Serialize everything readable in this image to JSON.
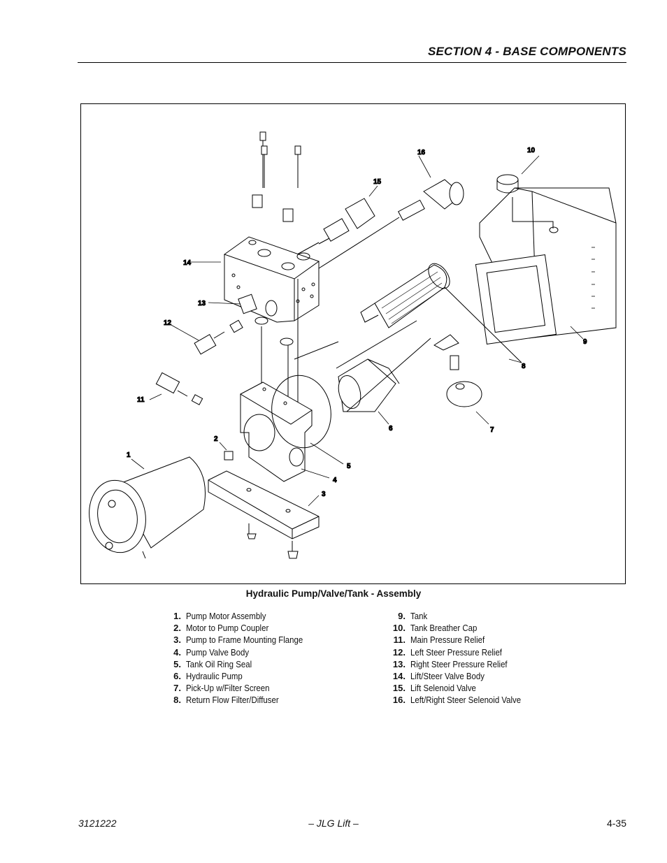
{
  "header": {
    "section_title": "SECTION 4 - BASE COMPONENTS"
  },
  "figure": {
    "caption": "Hydraulic Pump/Valve/Tank - Assembly",
    "callouts": [
      "1",
      "2",
      "3",
      "4",
      "5",
      "6",
      "7",
      "8",
      "9",
      "10",
      "11",
      "12",
      "13",
      "14",
      "15",
      "16"
    ]
  },
  "legend": {
    "left": [
      {
        "num": "1",
        "text": "Pump Motor Assembly"
      },
      {
        "num": "2",
        "text": "Motor to Pump Coupler"
      },
      {
        "num": "3",
        "text": "Pump to Frame Mounting Flange"
      },
      {
        "num": "4",
        "text": "Pump Valve Body"
      },
      {
        "num": "5",
        "text": "Tank Oil Ring Seal"
      },
      {
        "num": "6",
        "text": "Hydraulic Pump"
      },
      {
        "num": "7",
        "text": "Pick-Up w/Filter Screen"
      },
      {
        "num": "8",
        "text": "Return Flow Filter/Diffuser"
      }
    ],
    "right": [
      {
        "num": "9",
        "text": "Tank"
      },
      {
        "num": "10",
        "text": "Tank Breather Cap"
      },
      {
        "num": "11",
        "text": "Main Pressure Relief"
      },
      {
        "num": "12",
        "text": "Left Steer Pressure Relief"
      },
      {
        "num": "13",
        "text": "Right Steer Pressure Relief"
      },
      {
        "num": "14",
        "text": "Lift/Steer Valve Body"
      },
      {
        "num": "15",
        "text": "Lift Selenoid Valve"
      },
      {
        "num": "16",
        "text": "Left/Right Steer Selenoid Valve"
      }
    ]
  },
  "footer": {
    "doc_number": "3121222",
    "publisher": "– JLG Lift –",
    "page_number": "4-35"
  }
}
